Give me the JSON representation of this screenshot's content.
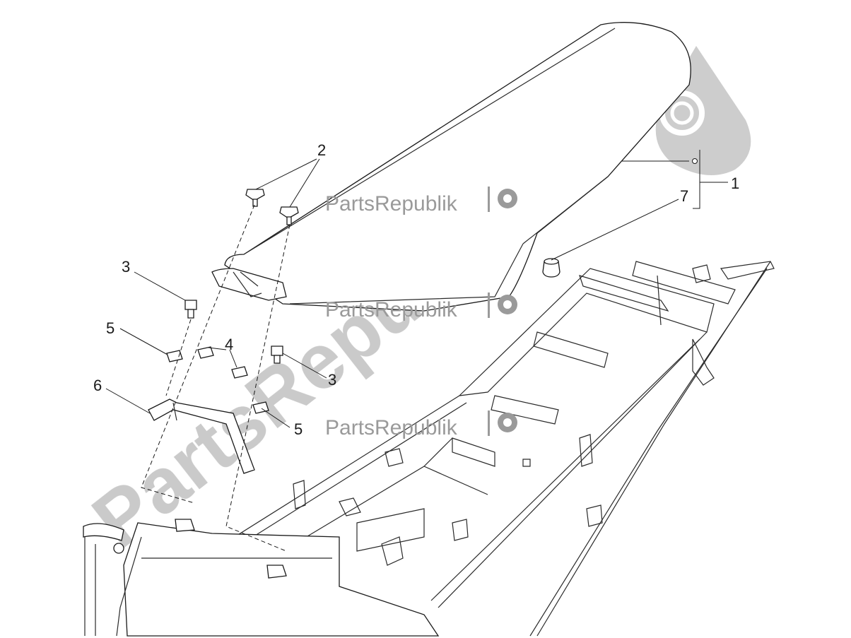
{
  "watermark": {
    "small_text": "PartsRepublik",
    "big_text": "PartsRepublik",
    "icon": "gear-icon"
  },
  "callouts": [
    {
      "id": "1",
      "label": "1"
    },
    {
      "id": "2",
      "label": "2"
    },
    {
      "id": "3a",
      "label": "3"
    },
    {
      "id": "3b",
      "label": "3"
    },
    {
      "id": "4",
      "label": "4"
    },
    {
      "id": "5a",
      "label": "5"
    },
    {
      "id": "5b",
      "label": "5"
    },
    {
      "id": "6",
      "label": "6"
    },
    {
      "id": "7",
      "label": "7"
    }
  ]
}
